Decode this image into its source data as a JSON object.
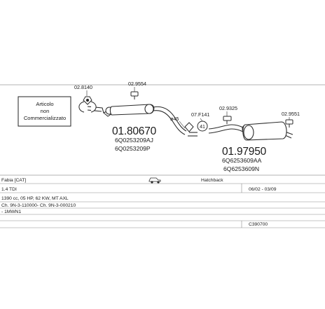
{
  "notice": {
    "line1": "Articolo",
    "line2": "non",
    "line3": "Commercializzato"
  },
  "parts": {
    "clamp1_code": "02.8140",
    "clamp2_code": "02.9554",
    "diameter_label": "ø45",
    "clamp3_code": "07.F141",
    "clamp4_code": "02.9325",
    "clamp5_code": "02.9551",
    "front": {
      "code": "01.80670",
      "oem1": "6Q0253209AJ",
      "oem2": "6Q0253209P"
    },
    "rear": {
      "code": "01.97950",
      "oem1": "6Q6253609AA",
      "oem2": "6Q6253609N"
    }
  },
  "vehicle": {
    "model": "Fabia [CAT]",
    "body": "Hatchback",
    "engine": "1.4 TDI",
    "dates": "06/02 - 03/09",
    "spec": "1390 cc, 05 HP, 62 KW, MT AXL",
    "chassis": "Ch. 9N-3-110000- Ch. 9N-3-000210",
    "engine_code": "- 1MWN1",
    "catalog_ref": "C390700"
  },
  "icons": {
    "vehicle_icon": "car-hatchback-icon"
  },
  "colors": {
    "line": "#2b2b2b",
    "text": "#1a1a1a"
  }
}
